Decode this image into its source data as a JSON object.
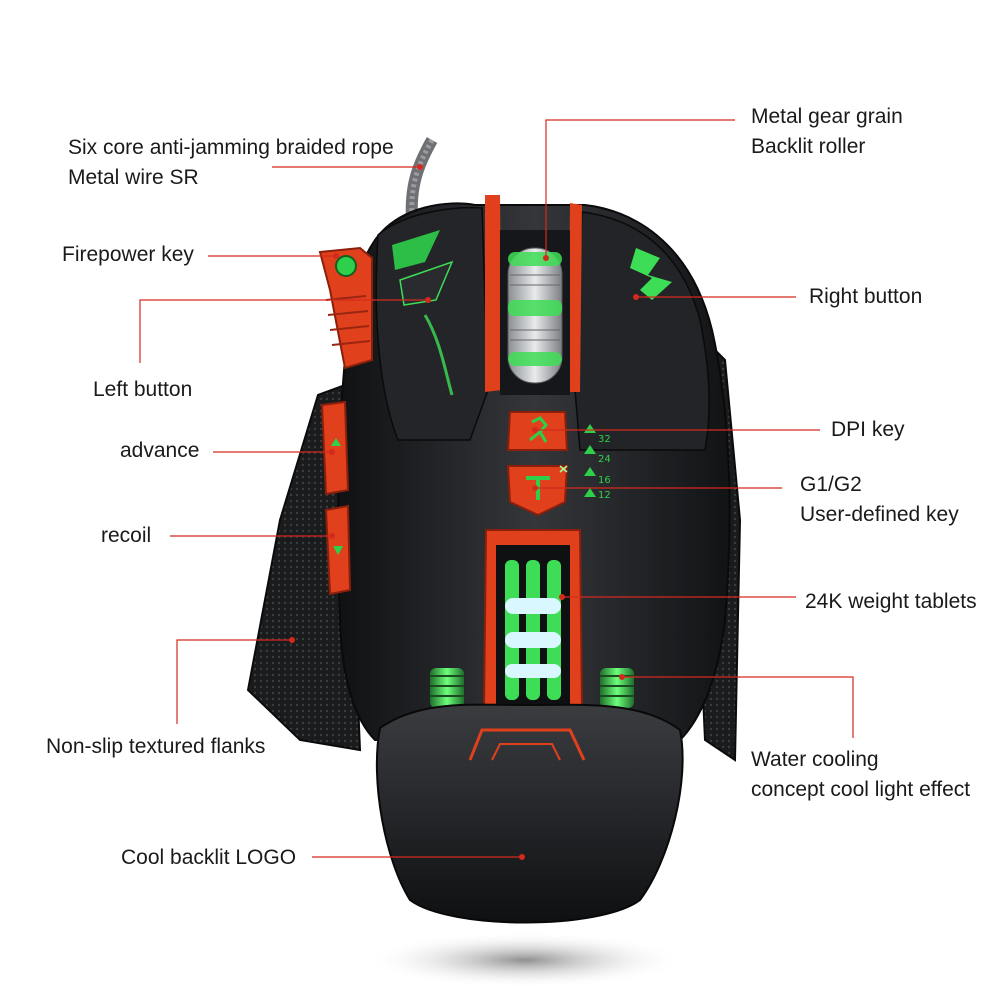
{
  "callouts": {
    "cable": {
      "line1": "Six core anti-jamming braided rope",
      "line2": "Metal wire SR"
    },
    "firepower": {
      "line1": "Firepower key"
    },
    "left_button": {
      "line1": "Left button"
    },
    "advance": {
      "line1": "advance"
    },
    "recoil": {
      "line1": "recoil"
    },
    "flanks": {
      "line1": "Non-slip textured flanks"
    },
    "logo": {
      "line1": "Cool backlit LOGO"
    },
    "roller": {
      "line1": "Metal gear grain",
      "line2": "Backlit roller"
    },
    "right_button": {
      "line1": "Right button"
    },
    "dpi_key": {
      "line1": "DPI key"
    },
    "g_keys": {
      "line1": "G1/G2",
      "line2": "User-defined key"
    },
    "weights": {
      "line1": "24K weight tablets"
    },
    "cooling": {
      "line1": "Water cooling",
      "line2": "concept cool light effect"
    }
  },
  "dpi_levels": [
    "32",
    "24",
    "16",
    "12"
  ],
  "colors": {
    "leader_line": "#d42a1e",
    "body": "#1c1d20",
    "accent_red": "#e0401c",
    "glow_green": "#3dde55"
  }
}
